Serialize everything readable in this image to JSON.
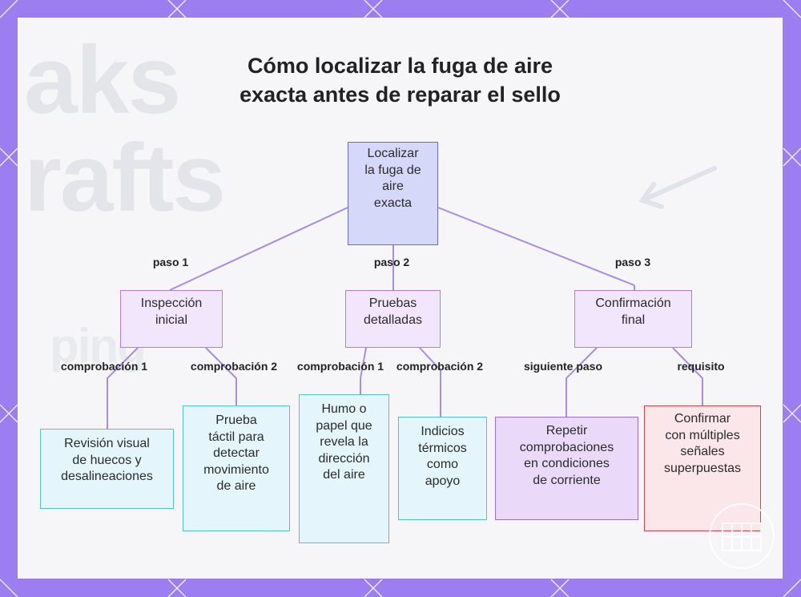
{
  "title": {
    "line1": "Cómo localizar la fuga de aire",
    "line2": "exacta antes de reparar el sello"
  },
  "background_text": {
    "word1": "aks",
    "word2": "rafts",
    "word3": "ping"
  },
  "root": {
    "lines": [
      "Localizar",
      "la fuga de",
      "aire",
      "exacta"
    ]
  },
  "edges_top": {
    "step1": "paso 1",
    "step2": "paso 2",
    "step3": "paso 3"
  },
  "categories": [
    {
      "lines": [
        "Inspección",
        "inicial"
      ]
    },
    {
      "lines": [
        "Pruebas",
        "detalladas"
      ]
    },
    {
      "lines": [
        "Confirmación",
        "final"
      ]
    }
  ],
  "edges_bottom": {
    "c1_check1": "comprobación 1",
    "c1_check2": "comprobación 2",
    "c2_check1": "comprobación 1",
    "c2_check2": "comprobación 2",
    "c3_next": "siguiente paso",
    "c3_req": "requisito"
  },
  "leaves": [
    {
      "lines": [
        "Revisión visual",
        "de huecos y",
        "desalineaciones"
      ]
    },
    {
      "lines": [
        "Prueba",
        "táctil para",
        "detectar",
        "movimiento",
        "de aire"
      ]
    },
    {
      "lines": [
        "Humo o",
        "papel que",
        "revela la",
        "dirección",
        "del aire"
      ]
    },
    {
      "lines": [
        "Indicios",
        "térmicos",
        "como",
        "apoyo"
      ]
    },
    {
      "lines": [
        "Repetir",
        "comprobaciones",
        "en condiciones",
        "de corriente"
      ]
    },
    {
      "lines": [
        "Confirmar",
        "con múltiples",
        "señales",
        "superpuestas"
      ]
    }
  ],
  "colors": {
    "frame": "#9d7ef0",
    "connector": "#a98be6",
    "root_fill": "#d6d8fa",
    "category_fill": "#f1e6fb",
    "leaf_blue_fill": "#e4f6fb",
    "leaf_purple_fill": "#ead9f8",
    "leaf_red_fill": "#fbe6ea"
  }
}
